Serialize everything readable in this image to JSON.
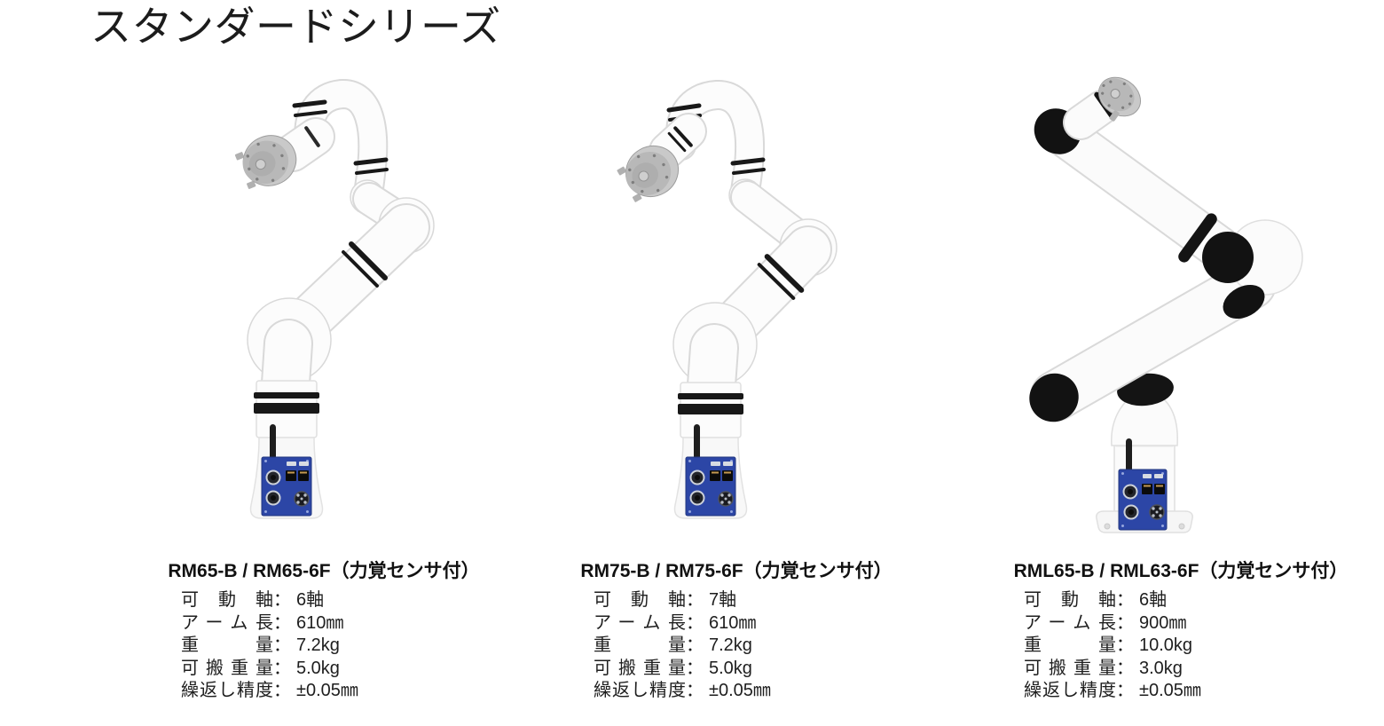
{
  "page": {
    "title": "スタンダードシリーズ",
    "background_color": "#ffffff",
    "text_color": "#1b1b1b",
    "joint_ring_black": "#181818",
    "base_panel_blue": "#2c46a6"
  },
  "ui": {
    "colon": "："
  },
  "products": [
    {
      "name": "RM65-B / RM65-6F（力覚センサ付）",
      "specs": [
        {
          "label": "可動軸",
          "value": "6軸"
        },
        {
          "label": "アーム長",
          "value": "610㎜"
        },
        {
          "label": "重量",
          "value": "7.2kg"
        },
        {
          "label": "可搬重量",
          "value": "5.0kg"
        },
        {
          "label": "繰返し精度",
          "value": "±0.05㎜"
        }
      ]
    },
    {
      "name": "RM75-B / RM75-6F（力覚センサ付）",
      "specs": [
        {
          "label": "可動軸",
          "value": "7軸"
        },
        {
          "label": "アーム長",
          "value": "610㎜"
        },
        {
          "label": "重量",
          "value": "7.2kg"
        },
        {
          "label": "可搬重量",
          "value": "5.0kg"
        },
        {
          "label": "繰返し精度",
          "value": "±0.05㎜"
        }
      ]
    },
    {
      "name": "RML65-B / RML63-6F（力覚センサ付）",
      "specs": [
        {
          "label": "可動軸",
          "value": "6軸"
        },
        {
          "label": "アーム長",
          "value": "900㎜"
        },
        {
          "label": "重量",
          "value": "10.0kg"
        },
        {
          "label": "可搬重量",
          "value": "3.0kg"
        },
        {
          "label": "繰返し精度",
          "value": "±0.05㎜"
        }
      ]
    }
  ]
}
